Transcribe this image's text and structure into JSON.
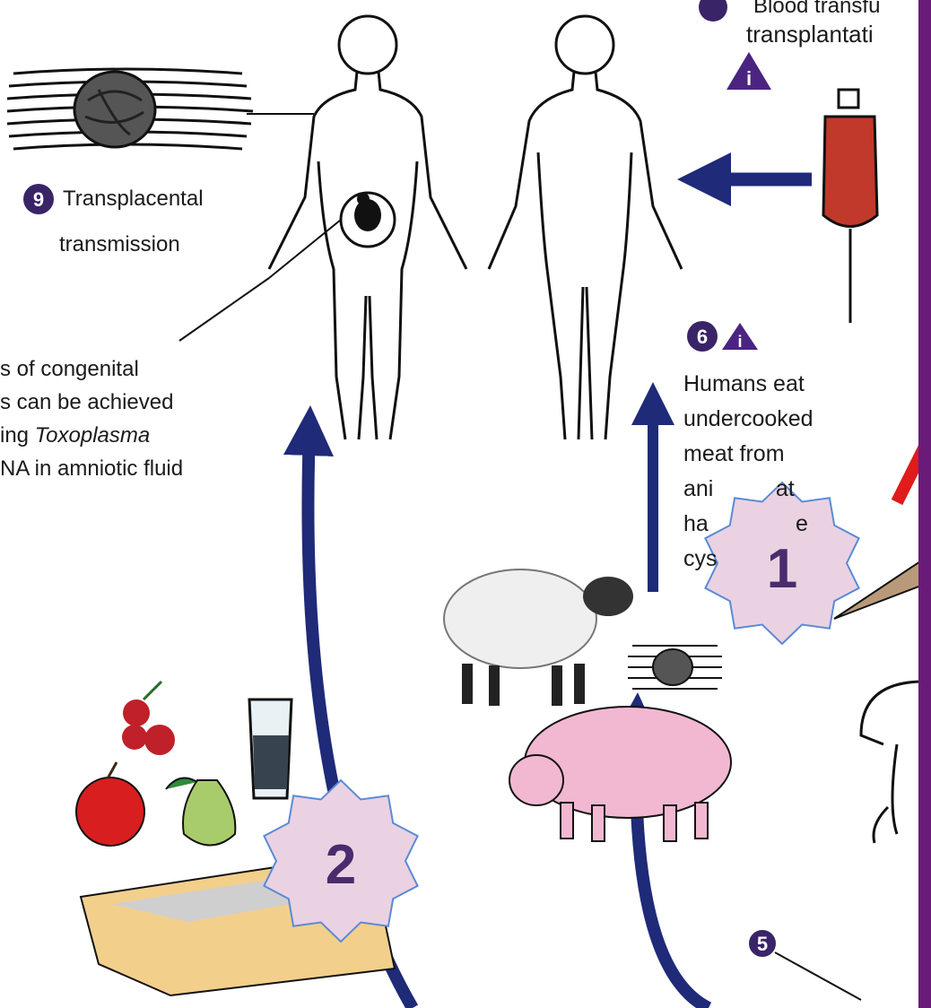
{
  "labels": {
    "step8_line1": "Blood transfu",
    "step8_line2": "transplantati",
    "step9_number": "9",
    "step9_line1": "Transplacental",
    "step9_line2": "transmission",
    "diag_line1": "s of congenital",
    "diag_line2": "s can be achieved",
    "diag_line3_prefix": "ing ",
    "diag_line3_italic": "Toxoplasma",
    "diag_line4": "NA in amniotic fluid",
    "step6_number": "6",
    "step6_line1": "Humans eat",
    "step6_line2": "undercooked",
    "step6_line3": "meat from",
    "step6_line4": "ani          at",
    "step6_line5": "ha              e",
    "step6_line6": "cys",
    "step5_number": "5",
    "info_glyph": "i"
  },
  "badges": {
    "badge1": "1",
    "badge2": "2"
  },
  "colors": {
    "arrow_navy": "#1f2a78",
    "info_triangle": "#4a2480",
    "badge_fill": "#ead2e2",
    "badge_stroke": "#5b8ad6",
    "badge_text": "#4a2c6e",
    "frame_bar": "#6a1b7a",
    "blood": "#c0392b",
    "pig": "#f2b8d2",
    "red_arrow": "#e01b1b"
  }
}
